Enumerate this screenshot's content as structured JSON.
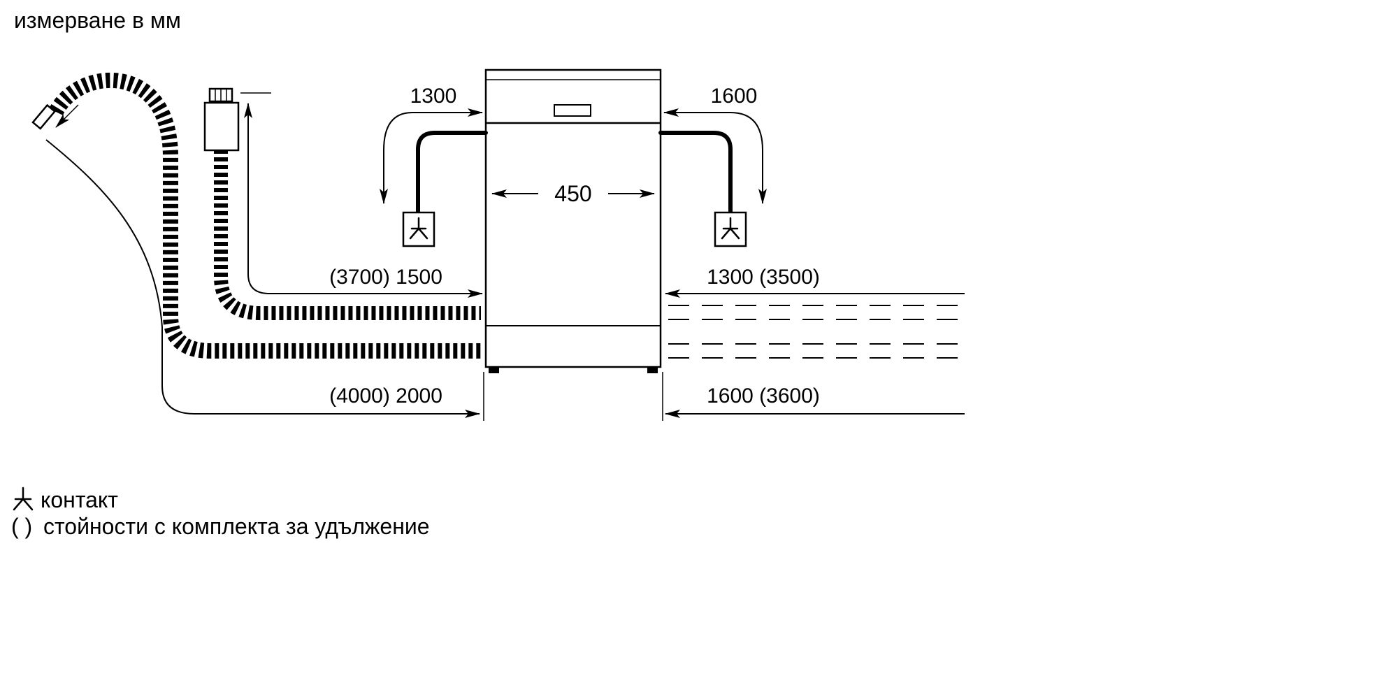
{
  "title": "измерване в мм",
  "dimensions": {
    "top_left": "1300",
    "top_right": "1600",
    "width": "450",
    "mid_left": "(3700) 1500",
    "mid_right": "1300 (3500)",
    "bottom_left": "(4000) 2000",
    "bottom_right": "1600 (3600)"
  },
  "legend": {
    "socket_label": "контакт",
    "paren_symbol": "( )",
    "extension_label": "стойности с комплекта за удължение"
  },
  "colors": {
    "line": "#000000",
    "background": "#ffffff"
  }
}
